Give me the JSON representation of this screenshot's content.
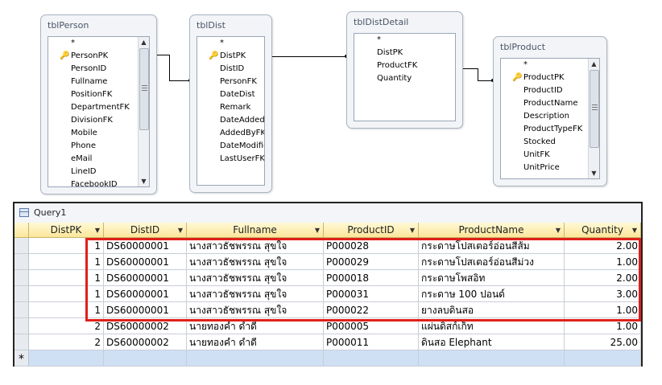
{
  "tables": {
    "person": {
      "title": "tblPerson",
      "key_field": "PersonPK",
      "fields": [
        "*",
        "PersonPK",
        "PersonID",
        "Fullname",
        "PositionFK",
        "DepartmentFK",
        "DivisionFK",
        "Mobile",
        "Phone",
        "eMail",
        "LineID",
        "FacebookID"
      ]
    },
    "dist": {
      "title": "tblDist",
      "key_field": "DistPK",
      "fields": [
        "*",
        "DistPK",
        "DistID",
        "PersonFK",
        "DateDist",
        "Remark",
        "DateAdded",
        "AddedByFK",
        "DateModified",
        "LastUserFK"
      ]
    },
    "distdetail": {
      "title": "tblDistDetail",
      "fields": [
        "*",
        "DistPK",
        "ProductFK",
        "Quantity"
      ]
    },
    "product": {
      "title": "tblProduct",
      "key_field": "ProductPK",
      "fields": [
        "*",
        "ProductPK",
        "ProductID",
        "ProductName",
        "Description",
        "ProductTypeFK",
        "Stocked",
        "UnitFK",
        "UnitPrice"
      ]
    }
  },
  "query": {
    "title": "Query1",
    "columns": [
      "DistPK",
      "DistID",
      "Fullname",
      "ProductID",
      "ProductName",
      "Quantity"
    ],
    "rows": [
      [
        "1",
        "DS60000001",
        "นางสาวธัชพรรณ สุขใจ",
        "P000028",
        "กระดาษโปสเตอร์อ่อนสีส้ม",
        "2.00"
      ],
      [
        "1",
        "DS60000001",
        "นางสาวธัชพรรณ สุขใจ",
        "P000029",
        "กระดาษโปสเตอร์อ่อนสีม่วง",
        "1.00"
      ],
      [
        "1",
        "DS60000001",
        "นางสาวธัชพรรณ สุขใจ",
        "P000018",
        "กระดาษโพสอิท",
        "2.00"
      ],
      [
        "1",
        "DS60000001",
        "นางสาวธัชพรรณ สุขใจ",
        "P000031",
        "กระดาษ 100 ปอนด์",
        "3.00"
      ],
      [
        "1",
        "DS60000001",
        "นางสาวธัชพรรณ สุขใจ",
        "P000022",
        "ยางลบดินสอ",
        "1.00"
      ],
      [
        "2",
        "DS60000002",
        "นายทองคำ ดำดี",
        "P000005",
        "แผ่นดิสก์เก็ท",
        "1.00"
      ],
      [
        "2",
        "DS60000002",
        "นายทองคำ ดำดี",
        "P000011",
        "ดินสอ Elephant",
        "25.00"
      ]
    ],
    "new_row_marker": "*",
    "highlight_color": "#e0201a",
    "header_color": "#fbe69a"
  },
  "icons": {
    "key": "key-icon",
    "dropdown": "dropdown-arrow-icon",
    "query": "query-datasheet-icon"
  }
}
